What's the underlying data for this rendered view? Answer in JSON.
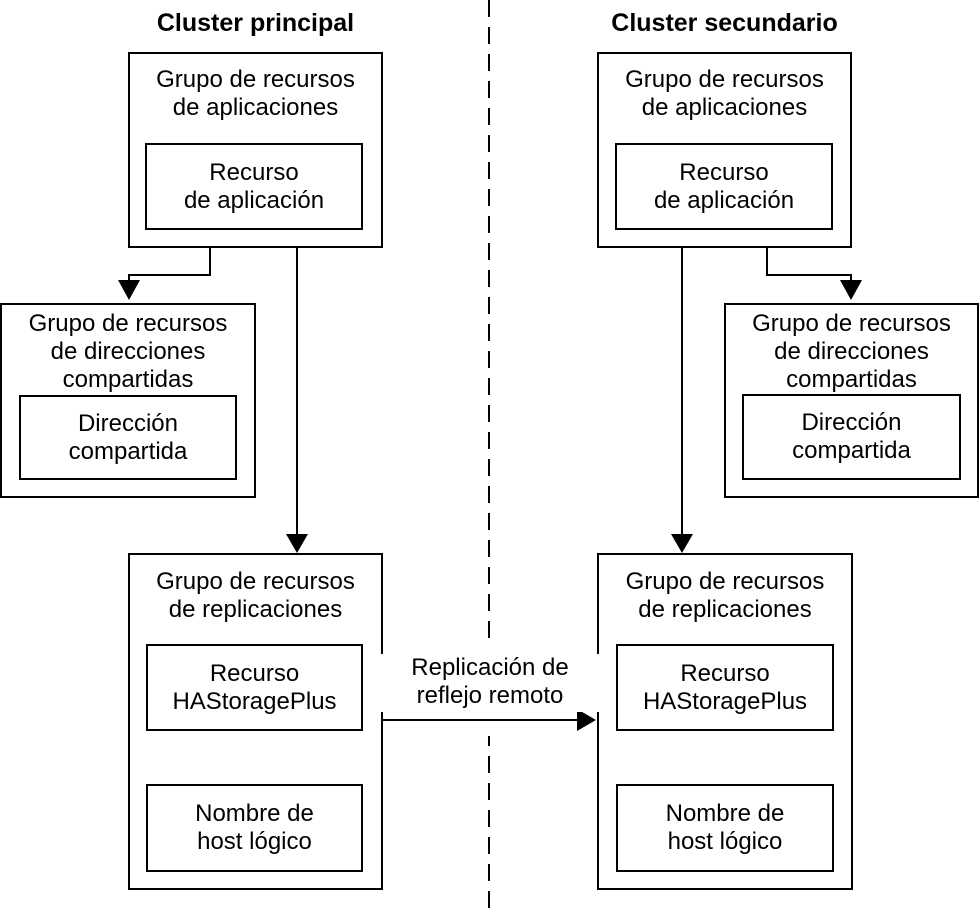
{
  "clusters": {
    "primary": {
      "title": "Cluster principal",
      "app_group_label": "Grupo de recursos\nde aplicaciones",
      "app_resource_label": "Recurso\nde aplicación",
      "shared_group_label": "Grupo de recursos\nde direcciones\ncompartidas",
      "shared_address_label": "Dirección\ncompartida",
      "replication_group_label": "Grupo de recursos\nde replicaciones",
      "hastorageplus_label": "Recurso\nHAStoragePlus",
      "logical_hostname_label": "Nombre de\nhost lógico"
    },
    "secondary": {
      "title": "Cluster secundario",
      "app_group_label": "Grupo de recursos\nde aplicaciones",
      "app_resource_label": "Recurso\nde aplicación",
      "shared_group_label": "Grupo de recursos\nde direcciones\ncompartidas",
      "shared_address_label": "Dirección\ncompartida",
      "replication_group_label": "Grupo de recursos\nde replicaciones",
      "hastorageplus_label": "Recurso\nHAStoragePlus",
      "logical_hostname_label": "Nombre de\nhost lógico"
    }
  },
  "replication_arrow": {
    "label": "Replicación de\nreflejo remoto"
  },
  "colors": {
    "line": "#000000",
    "text": "#000000",
    "background": "#ffffff"
  }
}
